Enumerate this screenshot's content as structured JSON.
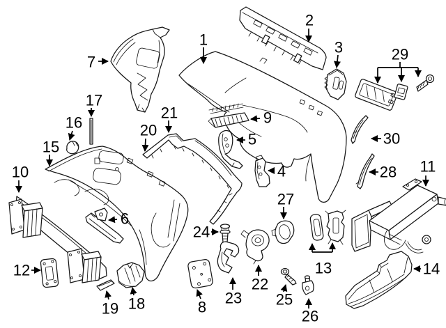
{
  "diagram": {
    "background_color": "#ffffff",
    "line_color": "#161616",
    "label_color": "#000000",
    "callouts": [
      {
        "label": "1"
      },
      {
        "label": "2"
      },
      {
        "label": "3"
      },
      {
        "label": "4"
      },
      {
        "label": "5"
      },
      {
        "label": "6"
      },
      {
        "label": "7"
      },
      {
        "label": "8"
      },
      {
        "label": "9"
      },
      {
        "label": "10"
      },
      {
        "label": "11"
      },
      {
        "label": "12"
      },
      {
        "label": "13"
      },
      {
        "label": "14"
      },
      {
        "label": "15"
      },
      {
        "label": "16"
      },
      {
        "label": "17"
      },
      {
        "label": "18"
      },
      {
        "label": "19"
      },
      {
        "label": "20"
      },
      {
        "label": "21"
      },
      {
        "label": "22"
      },
      {
        "label": "23"
      },
      {
        "label": "24"
      },
      {
        "label": "25"
      },
      {
        "label": "26"
      },
      {
        "label": "27"
      },
      {
        "label": "28"
      },
      {
        "label": "29"
      },
      {
        "label": "30"
      }
    ]
  }
}
